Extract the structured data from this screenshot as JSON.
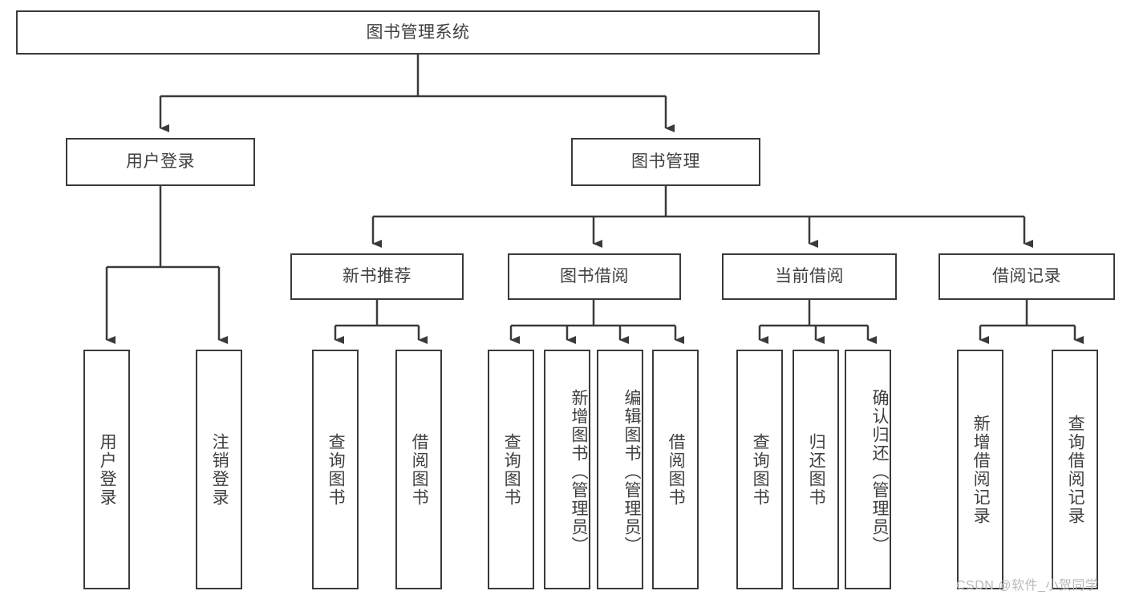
{
  "diagram": {
    "type": "tree",
    "title_node": {
      "id": "root",
      "label": "图书管理系统"
    },
    "level1": [
      {
        "id": "user-login",
        "label": "用户登录"
      },
      {
        "id": "book-management",
        "label": "图书管理"
      }
    ],
    "level2": [
      {
        "id": "new-book-recommend",
        "label": "新书推荐",
        "parent": "book-management"
      },
      {
        "id": "book-borrow",
        "label": "图书借阅",
        "parent": "book-management"
      },
      {
        "id": "current-borrow",
        "label": "当前借阅",
        "parent": "book-management"
      },
      {
        "id": "borrow-record",
        "label": "借阅记录",
        "parent": "book-management"
      }
    ],
    "leaves": {
      "user_login": [
        {
          "id": "leaf-user-login",
          "label": "用户登录"
        },
        {
          "id": "leaf-logout-login",
          "label": "注销登录"
        }
      ],
      "new_book_recommend": [
        {
          "id": "leaf-query-book-1",
          "label": "查询图书"
        },
        {
          "id": "leaf-borrow-book-1",
          "label": "借阅图书"
        }
      ],
      "book_borrow": [
        {
          "id": "leaf-query-book-2",
          "label": "查询图书"
        },
        {
          "id": "leaf-add-book",
          "label": "新增图书（管理员）"
        },
        {
          "id": "leaf-edit-book",
          "label": "编辑图书（管理员）"
        },
        {
          "id": "leaf-borrow-book-2",
          "label": "借阅图书"
        }
      ],
      "current_borrow": [
        {
          "id": "leaf-query-book-3",
          "label": "查询图书"
        },
        {
          "id": "leaf-return-book",
          "label": "归还图书"
        },
        {
          "id": "leaf-confirm-return",
          "label": "确认归还（管理员）"
        }
      ],
      "borrow_record": [
        {
          "id": "leaf-add-record",
          "label": "新增借阅记录"
        },
        {
          "id": "leaf-query-record",
          "label": "查询借阅记录"
        }
      ]
    },
    "colors": {
      "stroke": "#3a3a3a",
      "text": "#3f3f3f",
      "background": "#ffffff",
      "watermark": "#b9b9b9"
    }
  },
  "watermark": {
    "text": "CSDN @软件_小贺同学"
  }
}
